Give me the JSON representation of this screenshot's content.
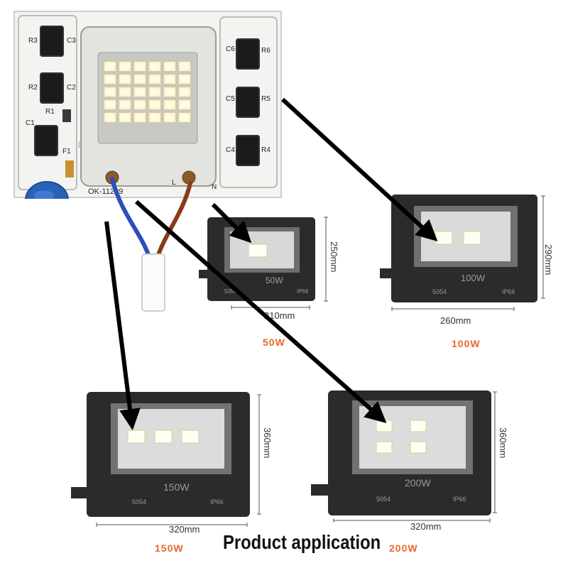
{
  "board": {
    "model_label": "OK-11299",
    "chip_labels": [
      "R3",
      "C3",
      "R2",
      "C2",
      "R1",
      "C1",
      "F1",
      "C6",
      "R6",
      "C5",
      "R5",
      "C4",
      "R4"
    ],
    "terminal_labels": [
      "L",
      "N"
    ]
  },
  "lights": [
    {
      "id": "50w",
      "panel_watt": "50W",
      "code": "5054",
      "rating": "IP66",
      "width": "210mm",
      "height": "250mm",
      "caption": "50W"
    },
    {
      "id": "100w",
      "panel_watt": "100W",
      "code": "5054",
      "rating": "IP66",
      "width": "260mm",
      "height": "290mm",
      "caption": "100W"
    },
    {
      "id": "150w",
      "panel_watt": "150W",
      "code": "5054",
      "rating": "IP66",
      "width": "320mm",
      "height": "360mm",
      "caption": "150W"
    },
    {
      "id": "200w",
      "panel_watt": "200W",
      "code": "5054",
      "rating": "IP66",
      "width": "320mm",
      "height": "360mm",
      "caption": "200W"
    }
  ],
  "title": "Product application",
  "colors": {
    "caption_orange": "#e8672a",
    "board_white": "#f3f3f1",
    "housing_dark": "#2b2b2b"
  }
}
